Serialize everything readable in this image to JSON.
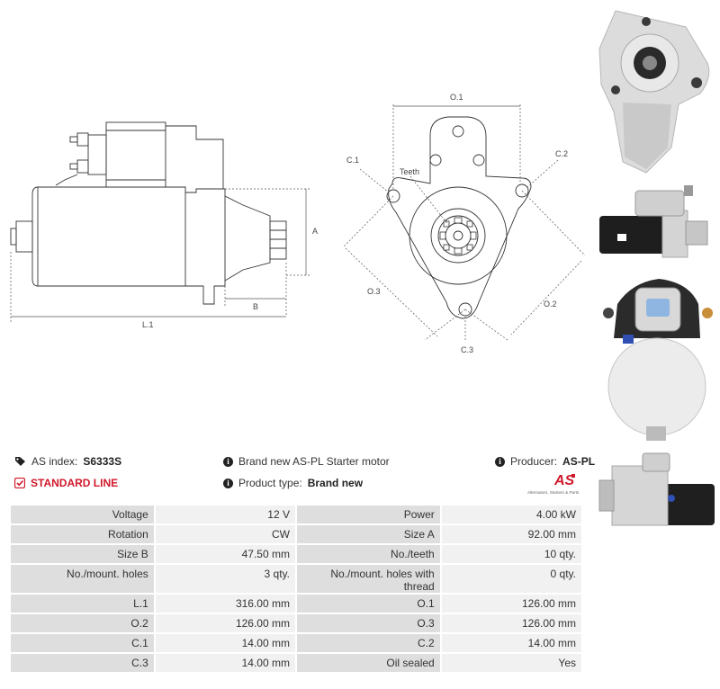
{
  "diagram": {
    "labels": {
      "a": "A",
      "b": "B",
      "l1": "L.1",
      "o1": "O.1",
      "o2": "O.2",
      "o3": "O.3",
      "c1": "C.1",
      "c2": "C.2",
      "c3": "C.3",
      "teeth": "Teeth"
    }
  },
  "info": {
    "as_index_label": "AS index:",
    "as_index_value": "S6333S",
    "standard_line": "STANDARD LINE",
    "brand_text": "Brand new AS-PL Starter motor",
    "product_type_label": "Product type:",
    "product_type_value": "Brand new",
    "producer_label": "Producer:",
    "producer_value": "AS-PL"
  },
  "logo": {
    "mark": "AS",
    "tagline": "Alternators, Starters & Parts",
    "accent": "#d0192b"
  },
  "specs": [
    [
      "Voltage",
      "12 V",
      "Power",
      "4.00 kW"
    ],
    [
      "Rotation",
      "CW",
      "Size A",
      "92.00 mm"
    ],
    [
      "Size B",
      "47.50 mm",
      "No./teeth",
      "10 qty."
    ],
    [
      "No./mount. holes",
      "3 qty.",
      "No./mount. holes with thread",
      "0 qty."
    ],
    [
      "L.1",
      "316.00 mm",
      "O.1",
      "126.00 mm"
    ],
    [
      "O.2",
      "126.00 mm",
      "O.3",
      "126.00 mm"
    ],
    [
      "C.1",
      "14.00 mm",
      "C.2",
      "14.00 mm"
    ],
    [
      "C.3",
      "14.00 mm",
      "Oil sealed",
      "Yes"
    ]
  ]
}
